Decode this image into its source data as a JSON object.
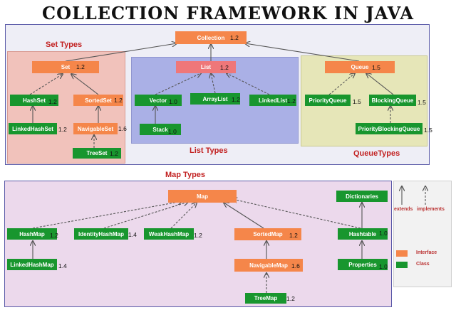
{
  "title": "COLLECTION FRAMEWORK IN JAVA",
  "sections": {
    "set": "Set Types",
    "list": "List Types",
    "queue": "QueueTypes",
    "map": "Map Types"
  },
  "nodes": {
    "collection": {
      "label": "Collection",
      "version": "1.2"
    },
    "set": {
      "label": "Set",
      "version": "1.2"
    },
    "list": {
      "label": "List",
      "version": "1.2"
    },
    "queue": {
      "label": "Queue",
      "version": "1.5"
    },
    "hashset": {
      "label": "HashSet",
      "version": "1.2"
    },
    "sortedset": {
      "label": "SortedSet",
      "version": "1.2"
    },
    "linkedhashset": {
      "label": "LinkedHashSet",
      "version": "1.2"
    },
    "navigableset": {
      "label": "NavigableSet",
      "version": "1.6"
    },
    "treeset": {
      "label": "TreeSet",
      "version": "1.2"
    },
    "vector": {
      "label": "Vector",
      "version": "1.0"
    },
    "arraylist": {
      "label": "ArrayList",
      "version": "1.2"
    },
    "linkedlist": {
      "label": "LinkedList",
      "version": "1.2"
    },
    "stack": {
      "label": "Stack",
      "version": "1.0"
    },
    "priorityqueue": {
      "label": "PriorityQueue",
      "version": "1.5"
    },
    "blockingqueue": {
      "label": "BlockingQueue",
      "version": "1.5"
    },
    "priorityblockingqueue": {
      "label": "PriorityBlockingQueue",
      "version": "1.5"
    },
    "map": {
      "label": "Map",
      "version": ""
    },
    "hashmap": {
      "label": "HashMap",
      "version": "1.2"
    },
    "identityhashmap": {
      "label": "IdentityHashMap",
      "version": "1.4"
    },
    "weakhashmap": {
      "label": "WeakHashMap",
      "version": "1.2"
    },
    "sortedmap": {
      "label": "SortedMap",
      "version": "1.2"
    },
    "hashtable": {
      "label": "Hashtable",
      "version": "1.0"
    },
    "dictionaries": {
      "label": "Dictionaries",
      "version": ""
    },
    "linkedhashmap": {
      "label": "LinkedHashMap",
      "version": "1.4"
    },
    "navigablemap": {
      "label": "NavigableMap",
      "version": "1.6"
    },
    "properties": {
      "label": "Properties",
      "version": "1.0"
    },
    "treemap": {
      "label": "TreeMap",
      "version": "1.2"
    }
  },
  "legend": {
    "extends": "extends",
    "implements": "implements",
    "interface": "Interface",
    "class": "Class"
  },
  "colors": {
    "interface": "#f5864a",
    "class": "#18962e",
    "set_region": "#f1c2bb",
    "list_region": "#aab0e6",
    "queue_region": "#e6e6b8",
    "map_panel": "#ecd9ec",
    "label_red": "#c22121"
  }
}
